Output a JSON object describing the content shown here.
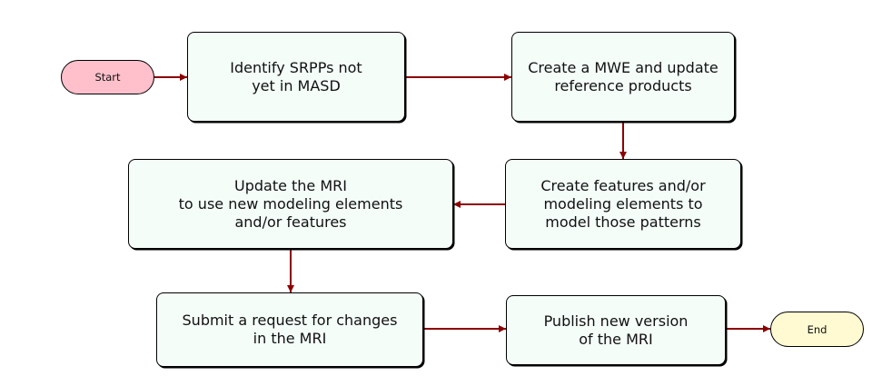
{
  "colors": {
    "start_fill": "#ffc0cb",
    "end_fill": "#fffad2",
    "box_fill": "#f4fdf8",
    "edge": "#8b0000"
  },
  "nodes": {
    "start": "Start",
    "identify": "Identify SRPPs not\nyet in MASD",
    "create_mwe": "Create a MWE and update\nreference products",
    "create_features": "Create features and/or\nmodeling elements to\nmodel those patterns",
    "update_mri": "Update the MRI\nto use new modeling elements\nand/or features",
    "submit_request": "Submit a request for changes\nin the MRI",
    "publish": "Publish new version\nof the MRI",
    "end": "End"
  },
  "edges": [
    {
      "from": "start",
      "to": "identify"
    },
    {
      "from": "identify",
      "to": "create_mwe"
    },
    {
      "from": "create_mwe",
      "to": "create_features"
    },
    {
      "from": "create_features",
      "to": "update_mri"
    },
    {
      "from": "update_mri",
      "to": "submit_request"
    },
    {
      "from": "submit_request",
      "to": "publish"
    },
    {
      "from": "publish",
      "to": "end"
    }
  ]
}
